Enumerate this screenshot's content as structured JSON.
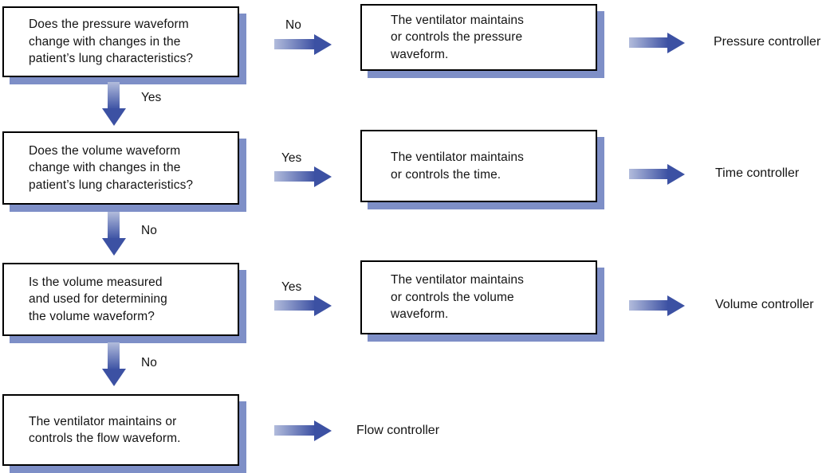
{
  "flowchart": {
    "title_hint": "Ventilator controller classification flowchart",
    "questions": [
      {
        "text": "Does the pressure waveform\nchange with changes in the\npatient’s lung characteristics?"
      },
      {
        "text": "Does the volume waveform\nchange with changes in the\npatient’s lung characteristics?"
      },
      {
        "text": "Is the volume measured\nand used for determining\nthe volume waveform?"
      },
      {
        "text": "The ventilator maintains or\ncontrols the flow waveform."
      }
    ],
    "results": [
      {
        "text": "The ventilator maintains\nor controls the pressure\nwaveform."
      },
      {
        "text": "The ventilator maintains\nor controls the time."
      },
      {
        "text": "The ventilator maintains\nor controls the volume\nwaveform."
      }
    ],
    "branch_labels": {
      "row1_right": "No",
      "row1_down": "Yes",
      "row2_right": "Yes",
      "row2_down": "No",
      "row3_right": "Yes",
      "row3_down": "No"
    },
    "outcomes": [
      "Pressure controller",
      "Time controller",
      "Volume controller",
      "Flow controller"
    ],
    "colors": {
      "arrow_dark": "#3c51a3",
      "arrow_light": "#b2bcdc",
      "box_shadow": "#7e8fc7",
      "box_border": "#000000",
      "background": "#ffffff",
      "text": "#141414"
    }
  }
}
